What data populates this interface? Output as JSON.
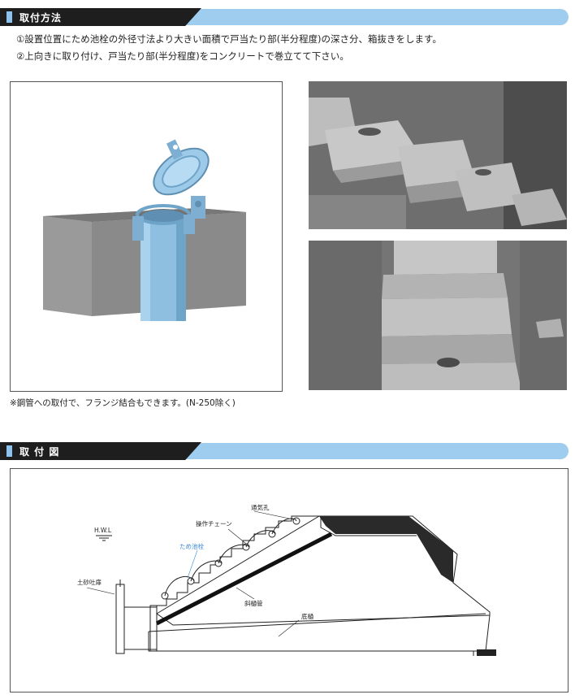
{
  "section1": {
    "title": "取付方法"
  },
  "instructions": [
    "①設置位置にため池栓の外径寸法より大きい面積で戸当たり部(半分程度)の深さ分、箱抜きをします。",
    "②上向きに取り付け、戸当たり部(半分程度)をコンクリートで巻立てて下さい。"
  ],
  "note": "※鋼管への取付で、フランジ結合もできます。(N-250除く)",
  "section2": {
    "title": "取 付 図"
  },
  "diagram": {
    "hwl": "H.W.L",
    "doshakouhi": "土砂吐扉",
    "tameike": "ため池栓",
    "chain": "操作チェーン",
    "vent": "通気孔",
    "shahikan": "斜樋管",
    "teihi": "底樋"
  },
  "colors": {
    "header_dark": "#1e1e1e",
    "header_blue": "#9fcdf0",
    "pipe": "#8fbfe0",
    "concrete": "#8a8a8a",
    "label_blue": "#3a8ad6"
  }
}
